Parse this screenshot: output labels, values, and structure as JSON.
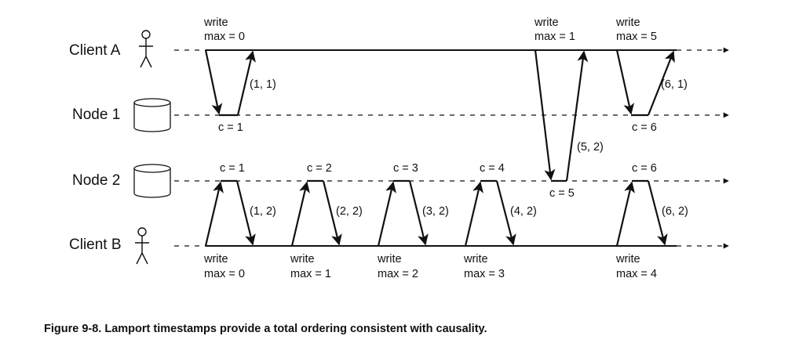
{
  "rows": {
    "client_a": "Client A",
    "node_1": "Node 1",
    "node_2": "Node 2",
    "client_b": "Client B"
  },
  "top_writes": [
    {
      "line1": "write",
      "line2": "max = 0"
    },
    {
      "line1": "write",
      "line2": "max = 1"
    },
    {
      "line1": "write",
      "line2": "max = 5"
    }
  ],
  "bottom_writes": [
    {
      "line1": "write",
      "line2": "max = 0"
    },
    {
      "line1": "write",
      "line2": "max = 1"
    },
    {
      "line1": "write",
      "line2": "max = 2"
    },
    {
      "line1": "write",
      "line2": "max = 3"
    },
    {
      "line1": "write",
      "line2": "max = 4"
    }
  ],
  "node1_counters": [
    "c = 1",
    "c = 6"
  ],
  "node2_counters": [
    "c = 1",
    "c = 2",
    "c = 3",
    "c = 4",
    "c = 5",
    "c = 6"
  ],
  "responses": {
    "a1": "(1, 1)",
    "a2": "(5, 2)",
    "a3": "(6, 1)",
    "b1": "(1, 2)",
    "b2": "(2, 2)",
    "b3": "(3, 2)",
    "b4": "(4, 2)",
    "b5": "(6, 2)"
  },
  "caption": "Figure 9-8. Lamport timestamps provide a total ordering consistent with causality.",
  "icons": {
    "client": "stick-figure-icon",
    "node": "database-cylinder-icon"
  },
  "colors": {
    "ink": "#111111"
  }
}
